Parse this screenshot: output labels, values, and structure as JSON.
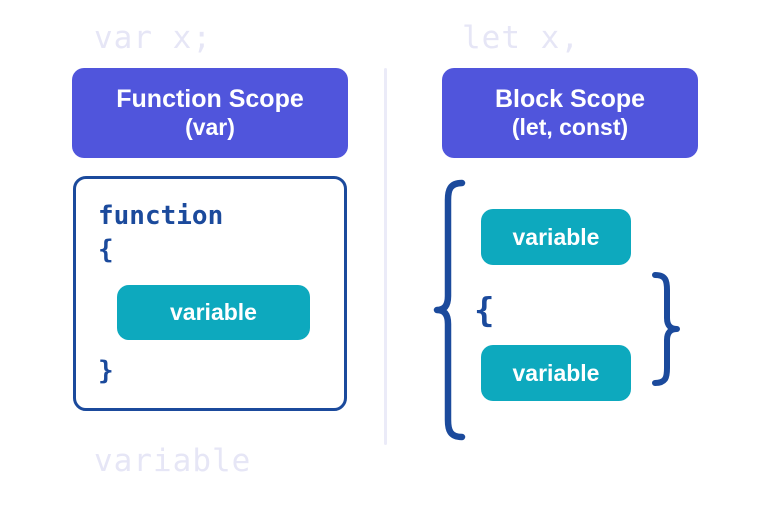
{
  "diagram": {
    "title_hidden": "JavaScript Scope Comparison",
    "background_color": "#ffffff",
    "accent_purple": "#5055dc",
    "accent_teal": "#0da9be",
    "accent_navy": "#1b4a9c",
    "watermark_color": "#e6e6f6",
    "divider_color": "#ebebf8"
  },
  "watermarks": {
    "top_left": "var x;",
    "top_right": "let x,",
    "bottom_left": "variable"
  },
  "left_panel": {
    "header": {
      "line1": "Function Scope",
      "line2": "(var)"
    },
    "code": {
      "keyword": "function",
      "open_brace": "{",
      "close_brace": "}"
    },
    "pill_label": "variable"
  },
  "right_panel": {
    "header": {
      "line1": "Block Scope",
      "line2": "(let, const)"
    },
    "outer_brace": "{",
    "inner_brace": "{",
    "closing_brace": "}",
    "pill_one_label": "variable",
    "pill_two_label": "variable"
  }
}
